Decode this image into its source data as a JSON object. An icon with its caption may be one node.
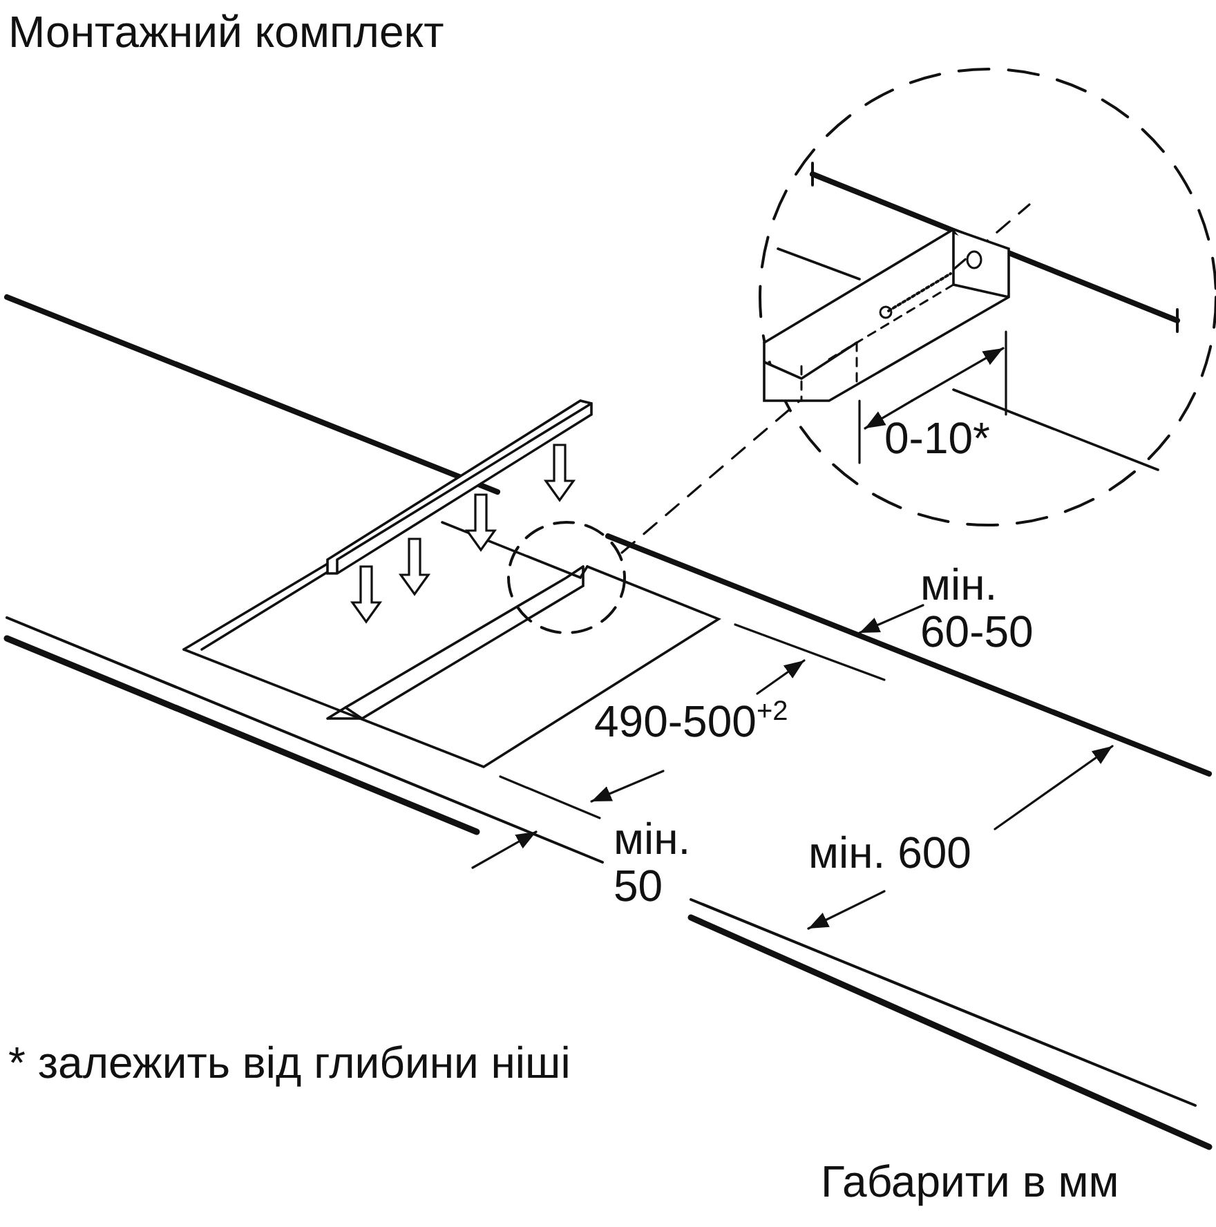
{
  "diagram": {
    "title": "Монтажний комплект",
    "labels": [
      "0-10*",
      "мін. 60-50",
      "490-500$^{+2}$",
      "мін. 50",
      "мін. 600",
      "* залежить від глибини ніші",
      "Габарити в мм"
    ]
  }
}
